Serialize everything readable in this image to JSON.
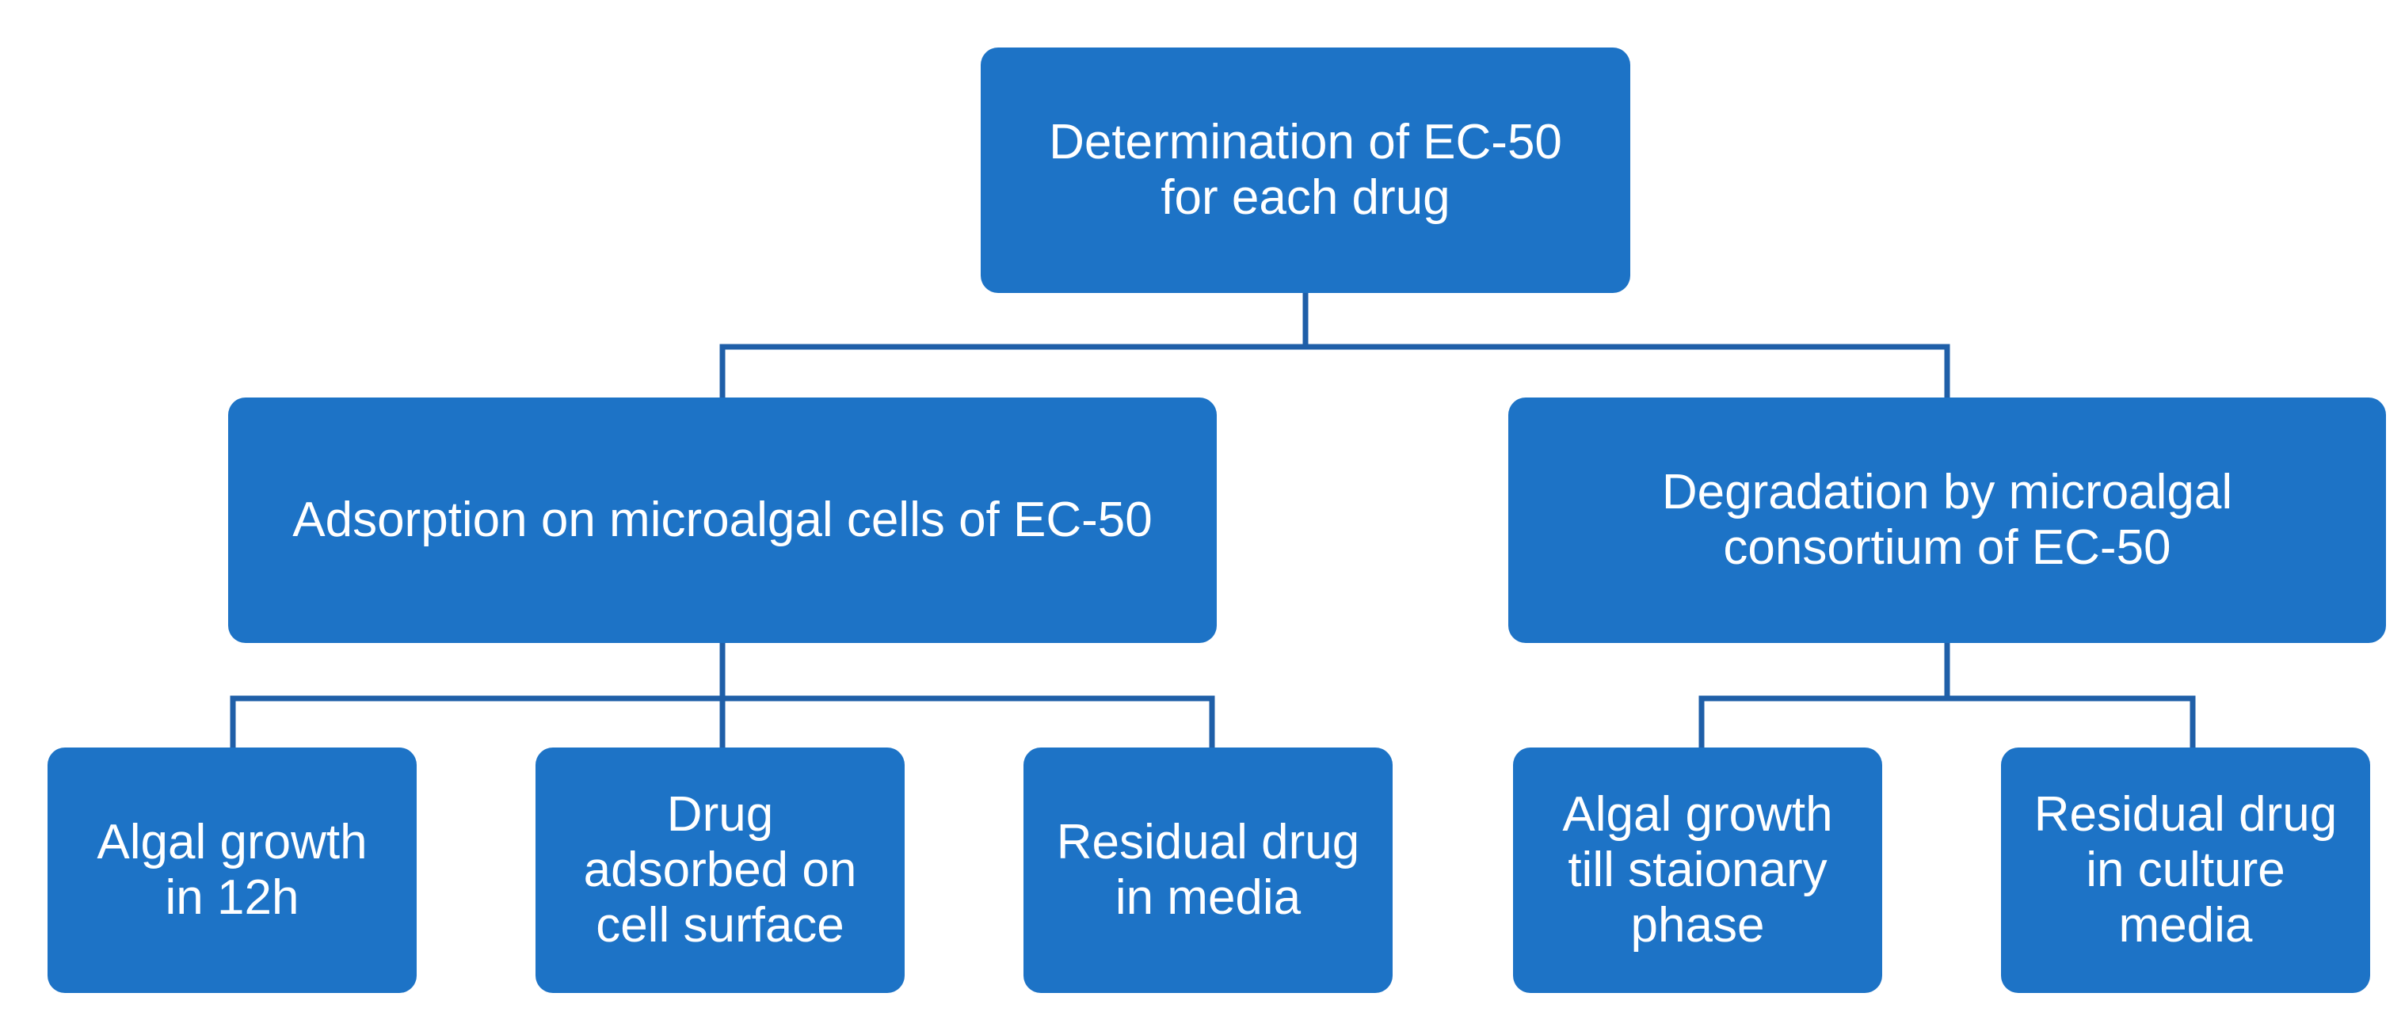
{
  "diagram": {
    "root": {
      "label": "Determination of EC-50\nfor each drug"
    },
    "branches": [
      {
        "label": "Adsorption on microalgal cells of EC-50",
        "children": [
          {
            "label": "Algal growth\nin 12h"
          },
          {
            "label": "Drug\nadsorbed on\ncell surface"
          },
          {
            "label": "Residual drug\nin media"
          }
        ]
      },
      {
        "label": "Degradation by microalgal\nconsortium of EC-50",
        "children": [
          {
            "label": "Algal growth\ntill staionary\nphase"
          },
          {
            "label": "Residual drug\nin culture\nmedia"
          }
        ]
      }
    ]
  },
  "colors": {
    "node_fill": "#1d73c6",
    "connector": "#1f5fa8",
    "text": "#ffffff"
  }
}
